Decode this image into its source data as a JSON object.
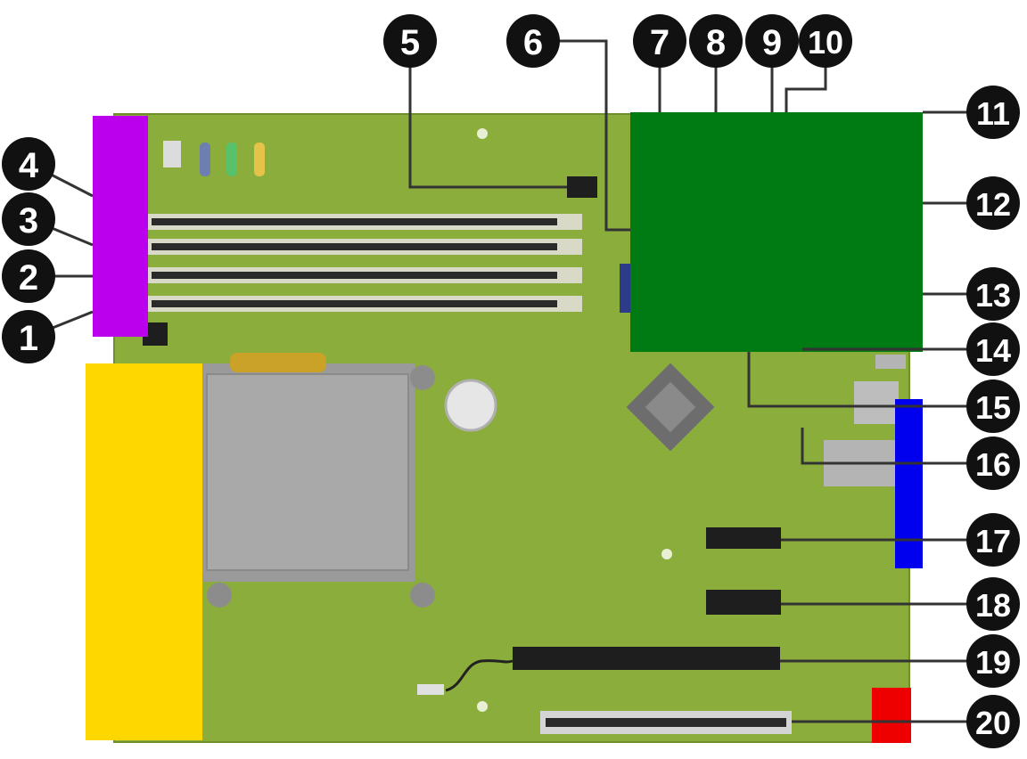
{
  "diagram": {
    "callouts": [
      {
        "label": "1"
      },
      {
        "label": "2"
      },
      {
        "label": "3"
      },
      {
        "label": "4"
      },
      {
        "label": "5"
      },
      {
        "label": "6"
      },
      {
        "label": "7"
      },
      {
        "label": "8"
      },
      {
        "label": "9"
      },
      {
        "label": "10"
      },
      {
        "label": "11"
      },
      {
        "label": "12"
      },
      {
        "label": "13"
      },
      {
        "label": "14"
      },
      {
        "label": "15"
      },
      {
        "label": "16"
      },
      {
        "label": "17"
      },
      {
        "label": "18"
      },
      {
        "label": "19"
      },
      {
        "label": "20"
      }
    ],
    "colors": {
      "board": "#8bad3c",
      "board_dark": "#7a9a30",
      "callout_fill": "#111111",
      "callout_text": "#ffffff",
      "leader_line": "#333333",
      "block_purple": "#bb00ee",
      "block_yellow": "#ffd700",
      "block_green": "#007a12",
      "block_blue": "#0000ee",
      "block_red": "#ee0000",
      "heatsink": "#9a9a9a",
      "dimm_slot": "#2a2a2a",
      "dimm_latch": "#d8d8d8"
    }
  }
}
